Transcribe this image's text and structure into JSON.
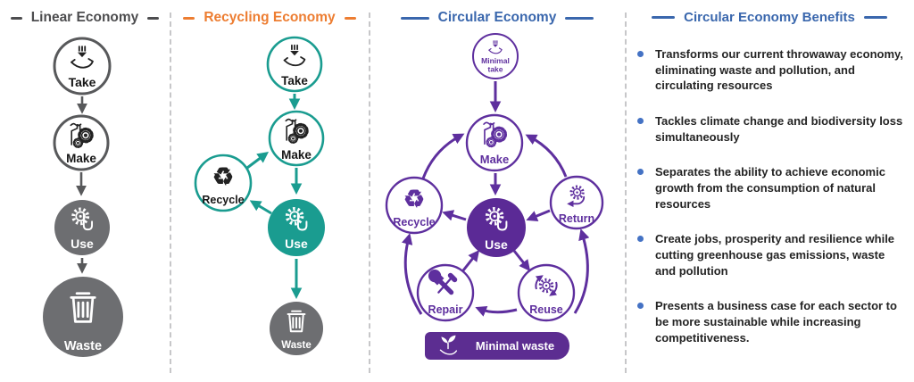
{
  "colors": {
    "linear_gray": "#58595B",
    "solid_gray_fill": "#6D6E71",
    "recycling_teal": "#1A9C90",
    "circular_purple": "#5E2F9E",
    "circular_purple_fill": "#5B2A96",
    "header_orange": "#ED7D31",
    "header_blue": "#3A67AD",
    "bullet_blue": "#4472C4"
  },
  "icons": {
    "recycle_glyph": "♻"
  },
  "linear": {
    "title": "Linear Economy",
    "take": "Take",
    "make": "Make",
    "use": "Use",
    "waste": "Waste"
  },
  "recycling": {
    "title": "Recycling Economy",
    "take": "Take",
    "make": "Make",
    "recycle": "Recycle",
    "use": "Use",
    "waste": "Waste"
  },
  "circular": {
    "title": "Circular Economy",
    "minimal_take_line1": "Minimal",
    "minimal_take_line2": "take",
    "make": "Make",
    "recycle": "Recycle",
    "return": "Return",
    "use": "Use",
    "repair": "Repair",
    "reuse": "Reuse",
    "banner": "Minimal waste"
  },
  "benefits": {
    "title": "Circular Economy Benefits",
    "items": [
      "Transforms our current throwaway economy, eliminating waste and pollution, and circulating resources",
      "Tackles climate change and biodiversity loss simultaneously",
      "Separates the ability to achieve economic growth from the consumption of natural resources",
      "Create jobs, prosperity and resilience while cutting greenhouse gas emissions, waste and pollution",
      "Presents a business case for each sector to be more sustainable while increasing competitiveness."
    ]
  }
}
